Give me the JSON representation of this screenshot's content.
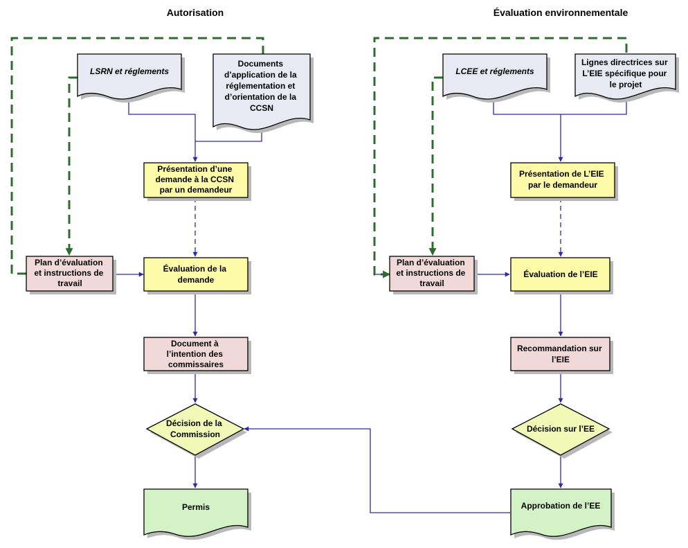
{
  "titles": {
    "left": "Autorisation",
    "right": "Évaluation environnementale"
  },
  "left": {
    "doc_lsrn": [
      "LSRN et réglements"
    ],
    "doc_ccsn": [
      "Documents",
      "d’application de la",
      "réglementation et",
      "d’orientation de la",
      "CCSN"
    ],
    "presentation": [
      "Présentation d’une",
      "demande à la CCSN",
      "par un demandeur"
    ],
    "plan": [
      "Plan d’évaluation",
      "et instructions de",
      "travail"
    ],
    "evaluation": [
      "Évaluation de la",
      "demande"
    ],
    "document": [
      "Document à",
      "l’intention des",
      "commissaires"
    ],
    "decision": [
      "Décision de la",
      "Commission"
    ],
    "permis": [
      "Permis"
    ]
  },
  "right": {
    "doc_lcee": [
      "LCEE et réglements"
    ],
    "doc_lignes": [
      "Lignes directrices sur",
      "L’EIE spécifique pour",
      "le projet"
    ],
    "presentation": [
      "Présentation de L’EIE",
      "par le demandeur"
    ],
    "plan": [
      "Plan d’évaluation",
      "et instructions de",
      "travail"
    ],
    "evaluation": [
      "Évaluation de l’EIE"
    ],
    "recommandation": [
      "Recommandation sur",
      "l’EIE"
    ],
    "decision": [
      "Décision sur l’EE"
    ],
    "approbation": [
      "Approbation de l’EE"
    ]
  },
  "colors": {
    "document": "#e9e9f3",
    "process": "#fdfaa8",
    "plan": "#f1d9da",
    "decision": "#f0fab6",
    "terminal": "#d3f3c6",
    "flow_arrow": "#2b2ba8",
    "feedback_arrow": "#2f6b2f"
  }
}
